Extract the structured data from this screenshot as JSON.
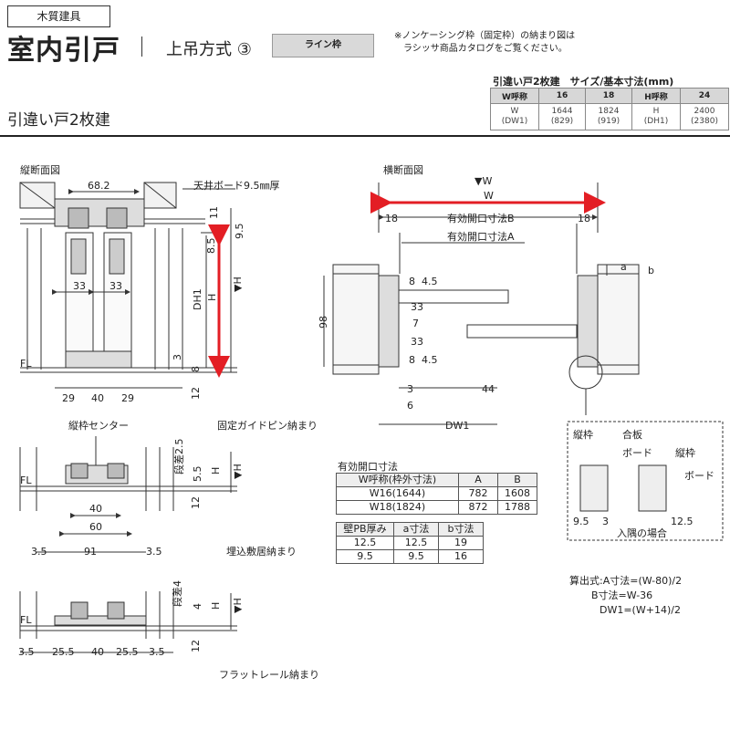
{
  "header": {
    "category": "木質建具",
    "title": "室内引戸",
    "method": "上吊方式 ③",
    "badge": "ライン枠",
    "note_line1": "※ノンケーシング枠（固定枠）の納まり図は",
    "note_line2": "ラシッサ商品カタログをご覧ください。"
  },
  "spec": {
    "title": "引違い戸2枚建　サイズ/基本寸法(mm)",
    "header": [
      "W呼称",
      "16",
      "18",
      "H呼称",
      "24"
    ],
    "row_line1": [
      "W",
      "1644",
      "1824",
      "H",
      "2400"
    ],
    "row_line2": [
      "(DW1)",
      "(829)",
      "(919)",
      "(DH1)",
      "(2380)"
    ]
  },
  "subtitle": "引違い戸2枚建",
  "vertical_section": {
    "title": "縦断面図",
    "ceiling_label": "天井ボード9.5㎜厚",
    "dim_top": "68.2",
    "dim_11": "11",
    "dim_95": "9.5",
    "dim_85": "8.5",
    "dim_33a": "33",
    "dim_33b": "33",
    "dh1": "DH1",
    "h": "H",
    "h_mark": "▼H",
    "dim_3": "3",
    "dim_8": "8",
    "dim_12": "12",
    "fl": "FL",
    "bottom_dims": [
      "29",
      "40",
      "29"
    ]
  },
  "guide_pin": {
    "title": "固定ガイドピン納まり",
    "center_label": "縦枠センター",
    "dim_25": "段差2.5",
    "dim_55": "5.5",
    "h": "H",
    "h_mark": "▼H",
    "dim_12": "12",
    "fl": "FL",
    "dim_40": "40",
    "dim_60": "60",
    "bottom": [
      "3.5",
      "91",
      "3.5"
    ]
  },
  "embedded_sill": {
    "title": "埋込敷居納まり"
  },
  "flat_rail": {
    "title": "フラットレール納まり",
    "dim_4": "段差4",
    "dim_4b": "4",
    "h": "H",
    "h_mark": "▼H",
    "dim_12": "12",
    "fl": "FL",
    "bottom": [
      "3.5",
      "25.5",
      "40",
      "25.5",
      "3.5"
    ]
  },
  "horizontal_section": {
    "title": "横断面図",
    "w_mark": "▼W",
    "w": "W",
    "dim_18l": "18",
    "dim_18r": "18",
    "opening_b": "有効開口寸法B",
    "opening_a": "有効開口寸法A",
    "dim_98": "98",
    "left_dims": [
      "8",
      "4.5",
      "33",
      "7",
      "33",
      "8",
      "4.5"
    ],
    "a": "a",
    "b": "b",
    "dim_3": "3",
    "dim_6": "6",
    "dim_44": "44",
    "dw1": "DW1"
  },
  "detail": {
    "label_tategamachi": "縦枠",
    "label_goban": "合板",
    "label_board": "ボード",
    "label_tategamachi2": "縦枠",
    "label_board2": "ボード",
    "dim_95": "9.5",
    "dim_3": "3",
    "dim_125": "12.5",
    "caption": "入隅の場合"
  },
  "opening_table": {
    "title": "有効開口寸法",
    "header": [
      "W呼称(枠外寸法)",
      "A",
      "B"
    ],
    "rows": [
      [
        "W16(1644)",
        "782",
        "1608"
      ],
      [
        "W18(1824)",
        "872",
        "1788"
      ]
    ]
  },
  "pb_table": {
    "header": [
      "壁PB厚み",
      "a寸法",
      "b寸法"
    ],
    "rows": [
      [
        "12.5",
        "12.5",
        "19"
      ],
      [
        "9.5",
        "9.5",
        "16"
      ]
    ]
  },
  "formula": {
    "line1": "算出式:A寸法=(W-80)/2",
    "line2": "B寸法=W-36",
    "line3": "DW1=(W+14)/2"
  },
  "colors": {
    "accent": "#e31e24",
    "line": "#333333",
    "fill": "#e6e6e6"
  }
}
